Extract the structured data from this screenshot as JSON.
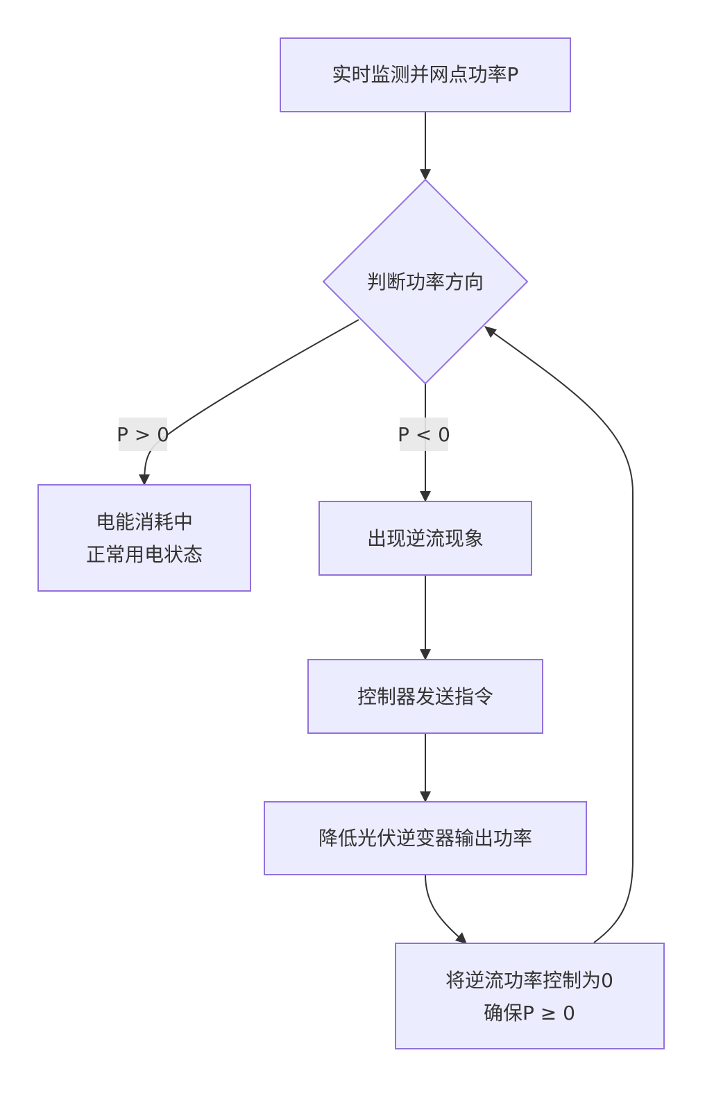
{
  "nodes": {
    "monitor": {
      "lines": [
        "实时监测并网点功率P"
      ]
    },
    "decision": {
      "lines": [
        "判断功率方向"
      ]
    },
    "consume": {
      "lines": [
        "电能消耗中",
        "正常用电状态"
      ]
    },
    "reverse": {
      "lines": [
        "出现逆流现象"
      ]
    },
    "command": {
      "lines": [
        "控制器发送指令"
      ]
    },
    "reduce": {
      "lines": [
        "降低光伏逆变器输出功率"
      ]
    },
    "control": {
      "lines": [
        "将逆流功率控制为0",
        "确保P ≥ 0"
      ]
    }
  },
  "edges": {
    "positive": {
      "label": "P > 0"
    },
    "negative": {
      "label": "P < 0"
    }
  },
  "colors": {
    "node_fill": "#ECECFF",
    "node_stroke": "#9370DB",
    "edge": "#333333",
    "edge_label_bg": "#E8E8E8"
  }
}
